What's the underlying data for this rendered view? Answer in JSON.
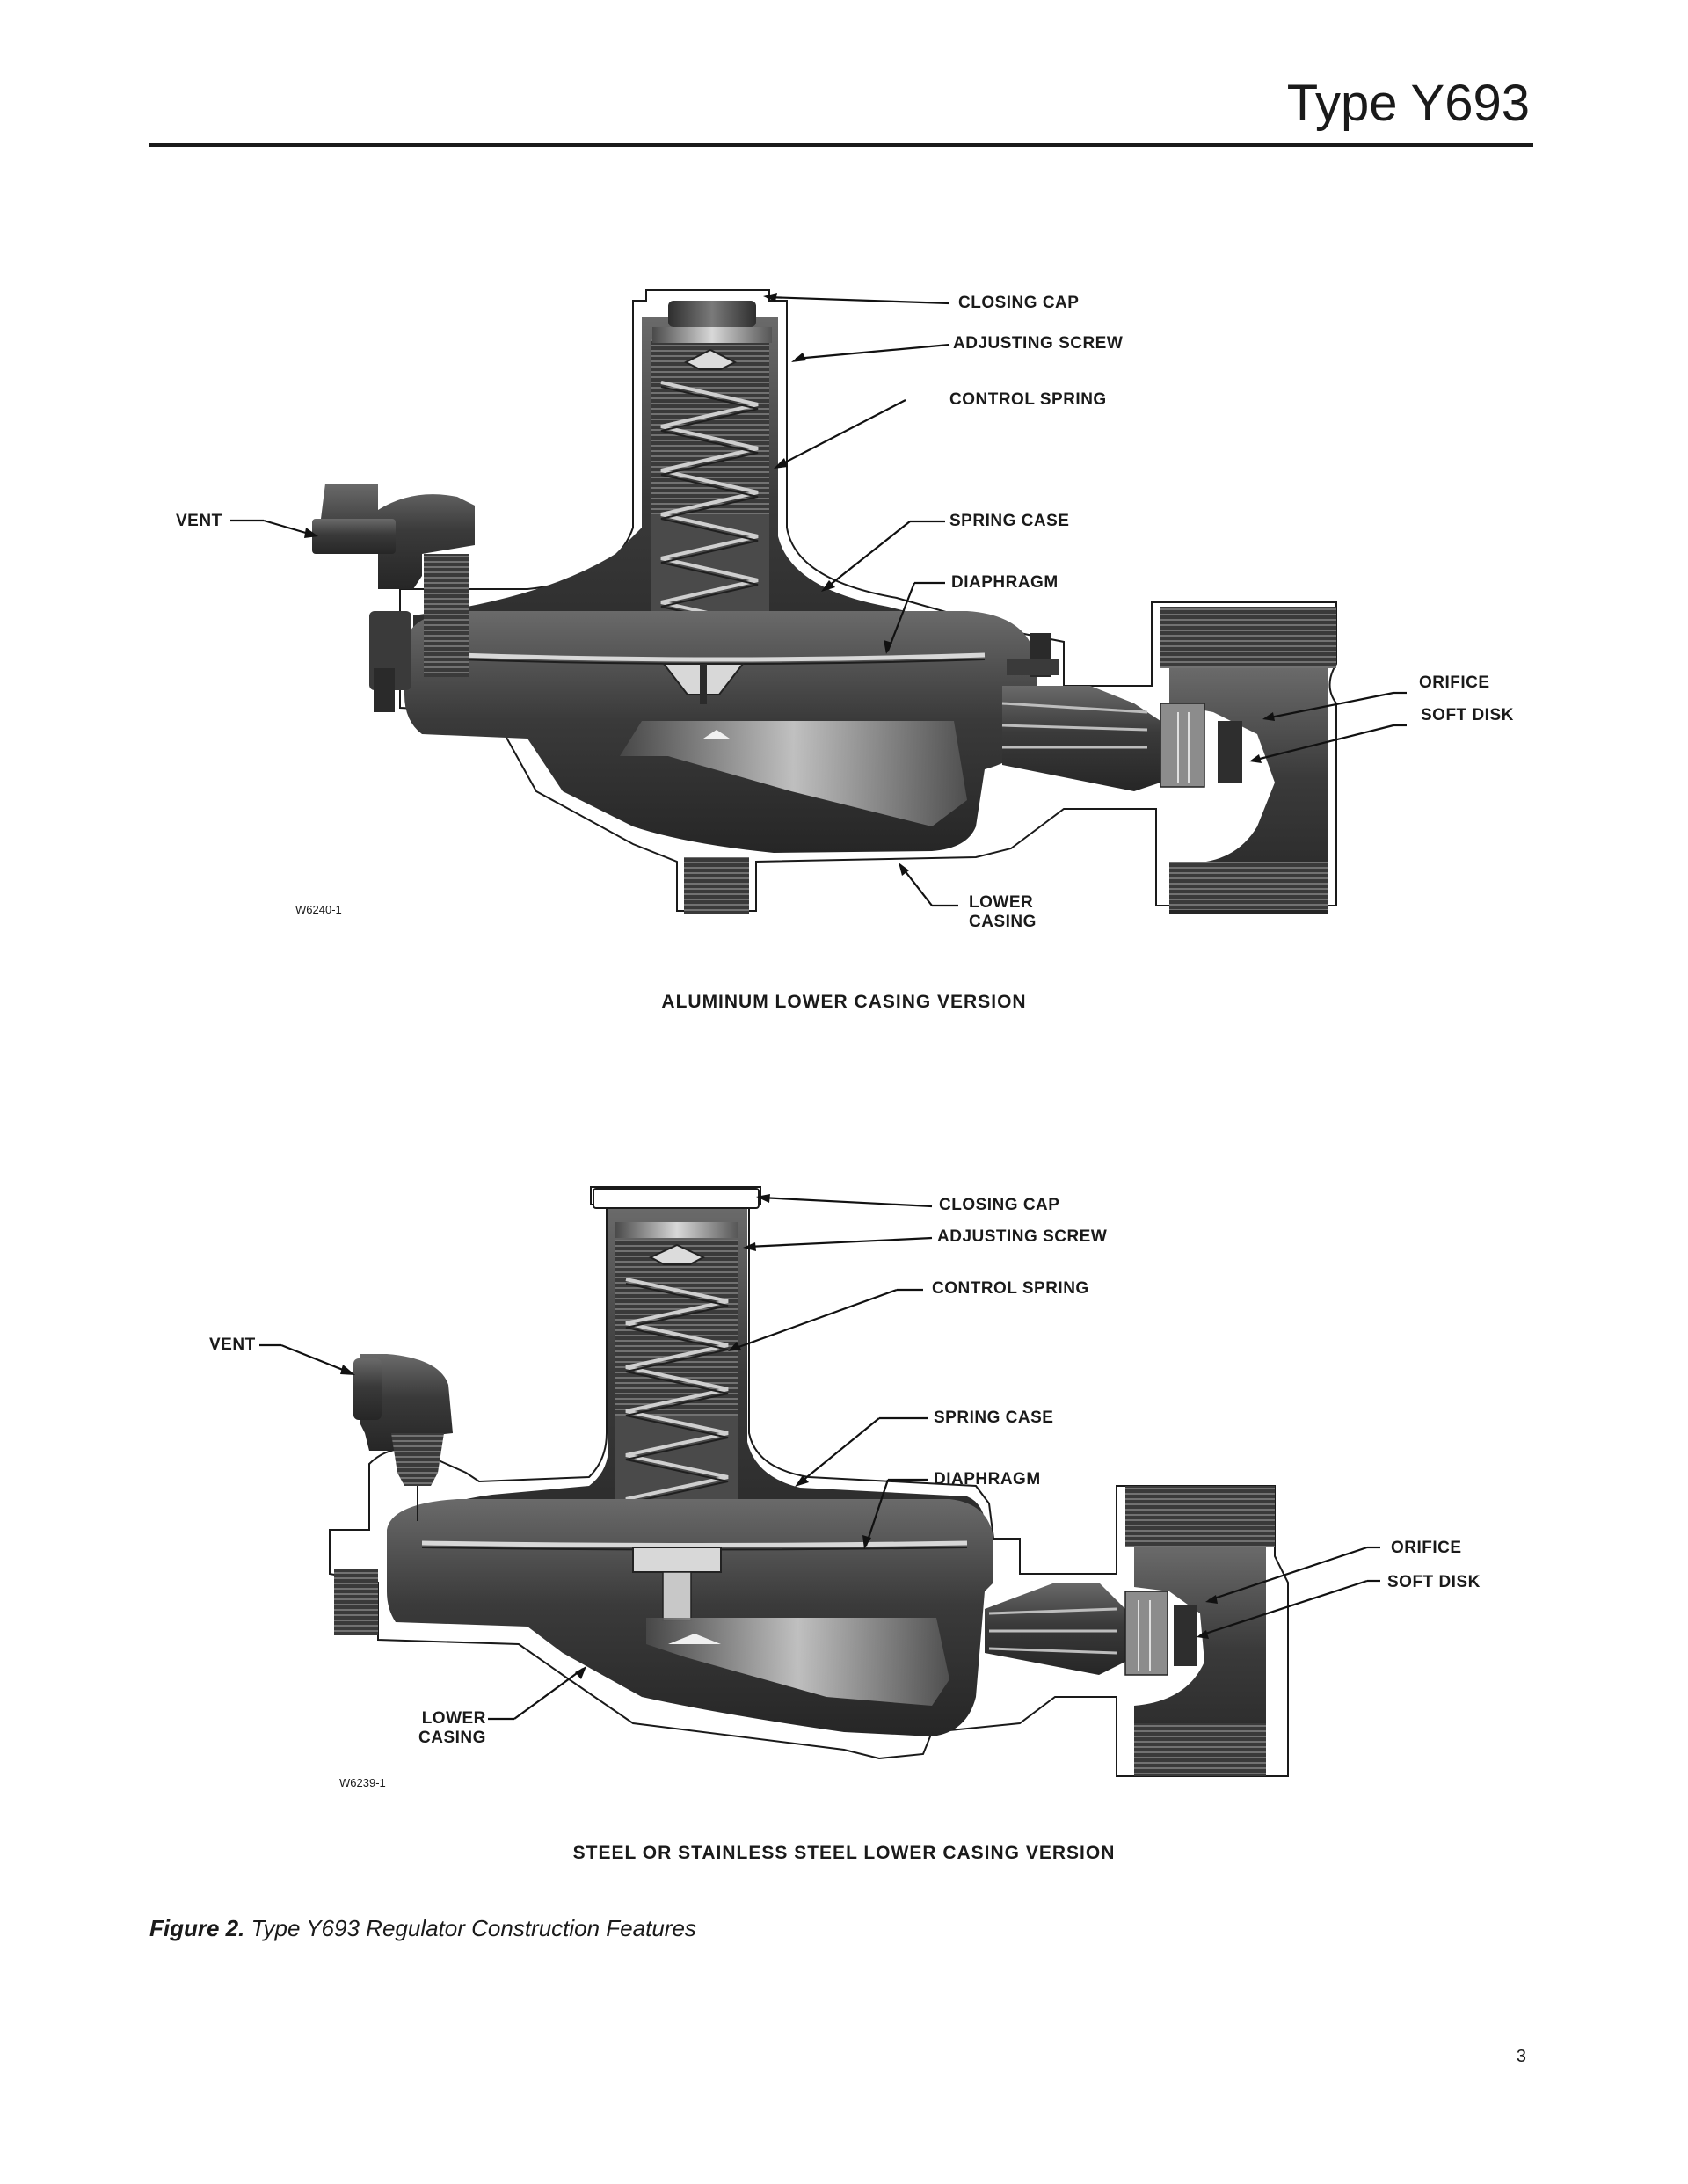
{
  "header": {
    "title": "Type Y693"
  },
  "figure_top": {
    "callouts": {
      "closing_cap": "CLOSING CAP",
      "adjusting_screw": "ADJUSTING SCREW",
      "control_spring": "CONTROL SPRING",
      "vent": "VENT",
      "spring_case": "SPRING CASE",
      "diaphragm": "DIAPHRAGM",
      "orifice": "ORIFICE",
      "soft_disk": "SOFT DISK",
      "lower_casing": "LOWER\nCASING"
    },
    "drawing_code": "W6240-1",
    "version_label": "ALUMINUM LOWER CASING VERSION"
  },
  "figure_bottom": {
    "callouts": {
      "closing_cap": "CLOSING CAP",
      "adjusting_screw": "ADJUSTING SCREW",
      "control_spring": "CONTROL SPRING",
      "vent": "VENT",
      "spring_case": "SPRING CASE",
      "diaphragm": "DIAPHRAGM",
      "orifice": "ORIFICE",
      "soft_disk": "SOFT DISK",
      "lower_casing": "LOWER\nCASING"
    },
    "drawing_code": "W6239-1",
    "version_label": "STEEL OR STAINLESS STEEL LOWER CASING VERSION"
  },
  "caption": {
    "label": "Figure 2.",
    "text": "Type Y693 Regulator Construction Features"
  },
  "page_number": "3"
}
